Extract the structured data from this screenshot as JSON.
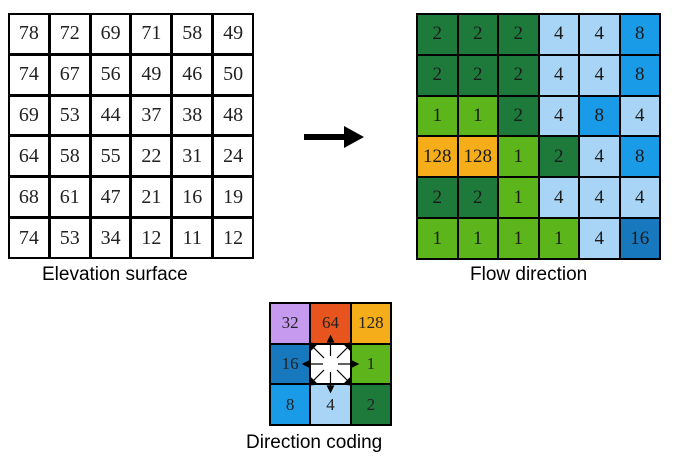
{
  "elevation": {
    "caption": "Elevation surface",
    "rows": [
      [
        "78",
        "72",
        "69",
        "71",
        "58",
        "49"
      ],
      [
        "74",
        "67",
        "56",
        "49",
        "46",
        "50"
      ],
      [
        "69",
        "53",
        "44",
        "37",
        "38",
        "48"
      ],
      [
        "64",
        "58",
        "55",
        "22",
        "31",
        "24"
      ],
      [
        "68",
        "61",
        "47",
        "21",
        "16",
        "19"
      ],
      [
        "74",
        "53",
        "34",
        "12",
        "11",
        "12"
      ]
    ]
  },
  "flow": {
    "caption": "Flow direction",
    "rows": [
      [
        "2",
        "2",
        "2",
        "4",
        "4",
        "8"
      ],
      [
        "2",
        "2",
        "2",
        "4",
        "4",
        "8"
      ],
      [
        "1",
        "1",
        "2",
        "4",
        "8",
        "4"
      ],
      [
        "128",
        "128",
        "1",
        "2",
        "4",
        "8"
      ],
      [
        "2",
        "2",
        "1",
        "4",
        "4",
        "4"
      ],
      [
        "1",
        "1",
        "1",
        "1",
        "4",
        "16"
      ]
    ]
  },
  "coding": {
    "caption": "Direction coding",
    "cells": [
      "32",
      "64",
      "128",
      "16",
      "",
      "1",
      "8",
      "4",
      "2"
    ]
  },
  "colors": {
    "1": "#5cb51a",
    "2": "#1e7a3b",
    "4": "#a8d4f5",
    "8": "#1a9be8",
    "16": "#1778bd",
    "32": "#c69bef",
    "64": "#e8541e",
    "128": "#f6ad1a",
    "center": "#ffffff"
  }
}
